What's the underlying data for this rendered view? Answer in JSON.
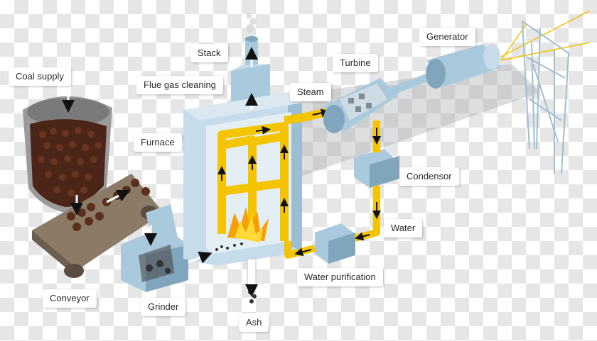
{
  "labels": {
    "coal_supply": "Coal supply",
    "conveyor": "Conveyor",
    "grinder": "Grinder",
    "furnace": "Furnace",
    "flue_gas_cleaning": "Flue gas cleaning",
    "stack": "Stack",
    "steam": "Steam",
    "turbine": "Turbine",
    "generator": "Generator",
    "condensor": "Condensor",
    "water": "Water",
    "water_purification": "Water purification",
    "ash": "Ash"
  },
  "colors": {
    "machine_fill": "#a9c9dc",
    "machine_dark": "#7fa6bd",
    "steam_pipe": "#f5c400",
    "coal": "#5a2e1e",
    "hopper": "#9b9b9b",
    "tower": "#b9d3e0",
    "power_line": "#f2c200",
    "flame": "#f5a000"
  }
}
